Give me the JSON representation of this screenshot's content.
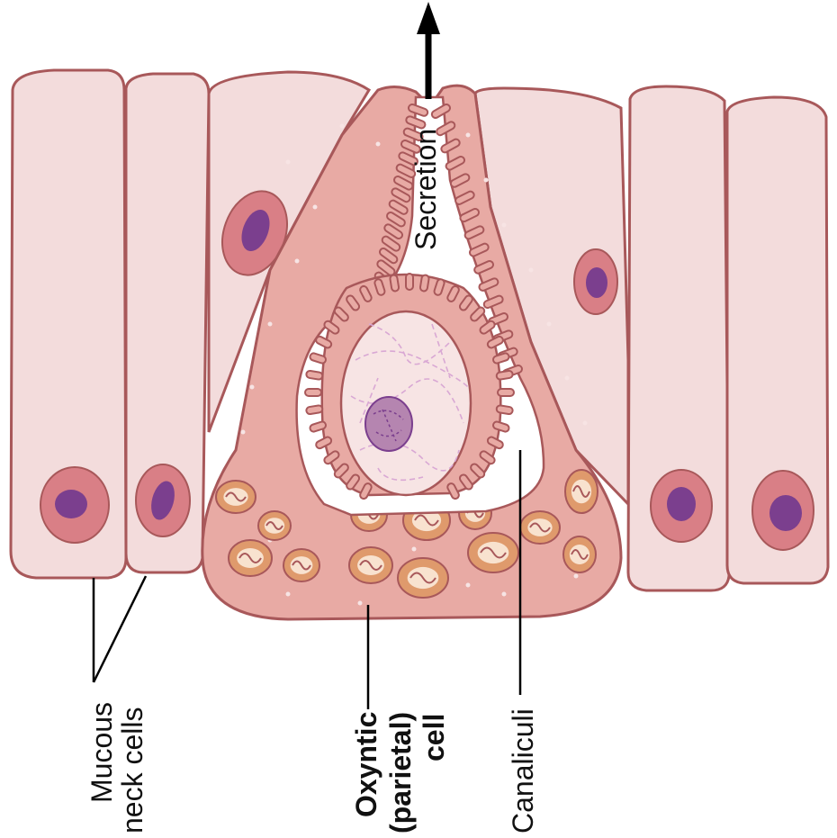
{
  "labels": {
    "secretion": "Secretion",
    "mucous_line1": "Mucous",
    "mucous_line2": "neck cells",
    "oxyntic_line1": "Oxyntic",
    "oxyntic_line2": "(parietal)",
    "oxyntic_line3": "cell",
    "canaliculi": "Canaliculi"
  },
  "colors": {
    "cell_fill": "#f3dcdc",
    "cell_stroke": "#a8585a",
    "parietal_fill": "#e8aaa4",
    "nucleus_halo": "#d97f86",
    "nucleus_core": "#7b3f8e",
    "central_nucleus": "#f7e4e4",
    "mitochondria_fill": "#df9a6c",
    "mitochondria_inner": "#f8e2cf"
  }
}
